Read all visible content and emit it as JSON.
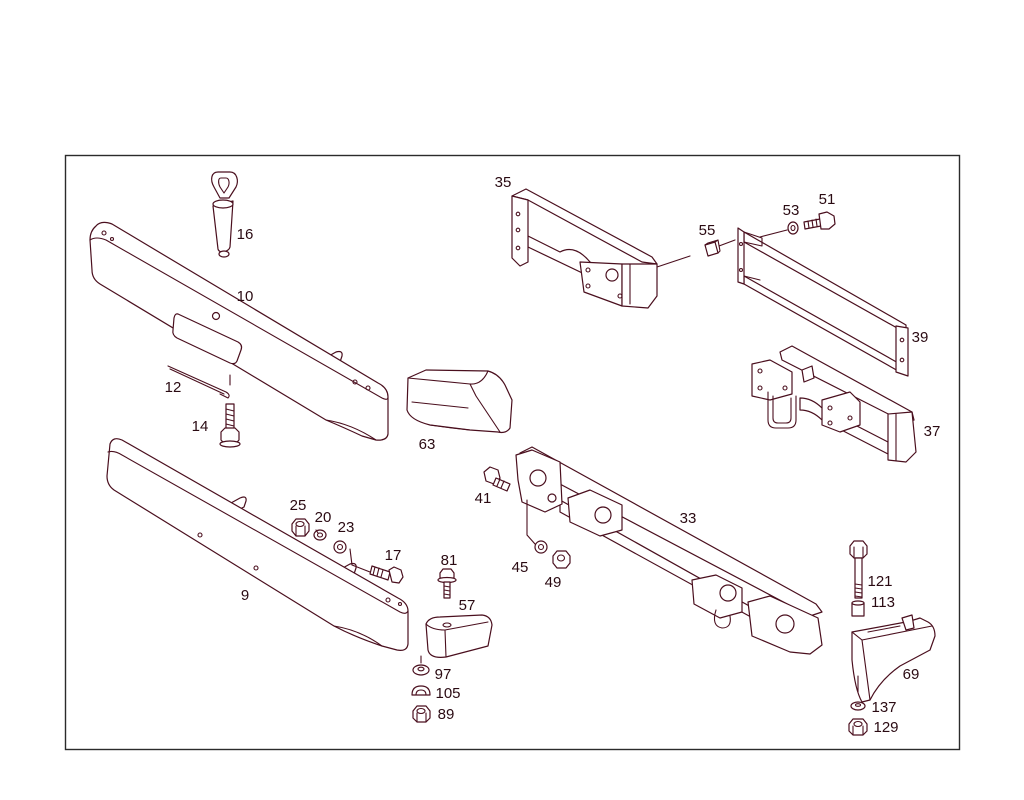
{
  "callouts": [
    "16",
    "10",
    "12",
    "14",
    "63",
    "9",
    "25",
    "20",
    "23",
    "17",
    "81",
    "57",
    "97",
    "105",
    "89",
    "35",
    "55",
    "53",
    "51",
    "39",
    "37",
    "41",
    "33",
    "45",
    "49",
    "121",
    "113",
    "69",
    "137",
    "129"
  ],
  "colors": {
    "line": "#4a0f1e",
    "text": "#2a0a12",
    "frame": "#2b2b2b",
    "background": "#ffffff"
  }
}
